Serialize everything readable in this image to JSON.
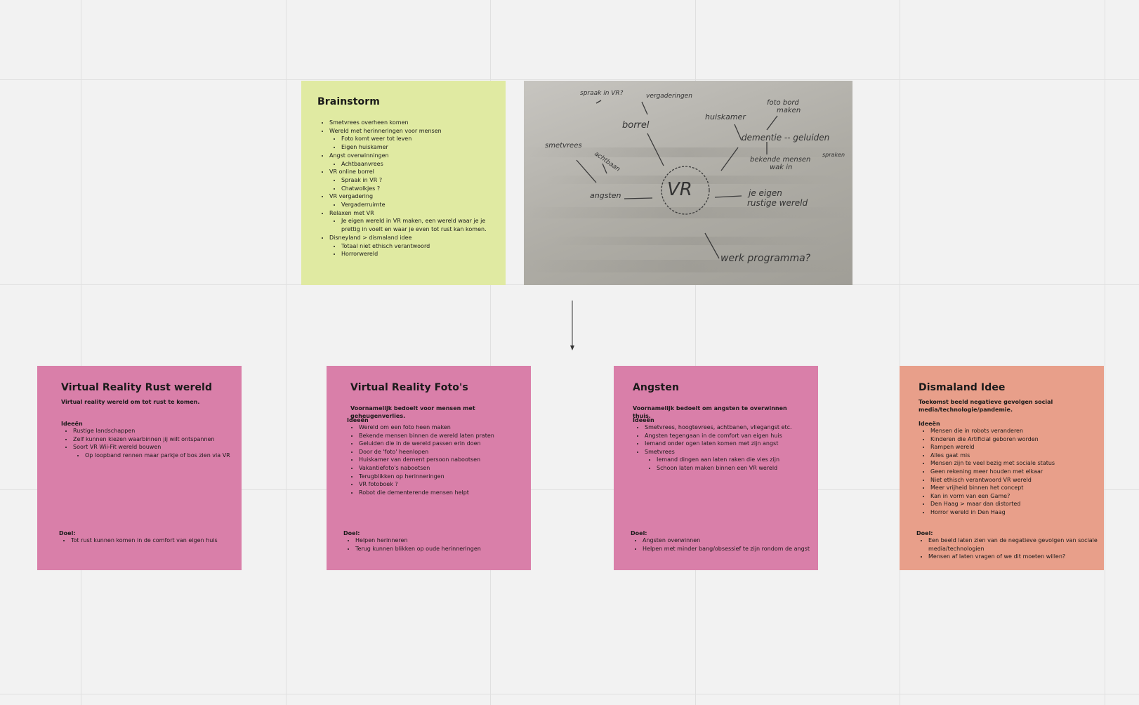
{
  "brainstorm": {
    "title": "Brainstorm",
    "items": [
      {
        "text": "Smetvrees overheen komen",
        "children": []
      },
      {
        "text": "Wereld met herinneringen voor mensen",
        "children": [
          "Foto komt weer tot leven",
          "Eigen huiskamer"
        ]
      },
      {
        "text": "Angst overwinningen",
        "children": [
          "Achtbaanvrees"
        ]
      },
      {
        "text": "VR online borrel",
        "children": [
          "Spraak in VR ?",
          "Chatwolkjes ?"
        ]
      },
      {
        "text": "VR vergadering",
        "children": [
          "Vergaderruimte"
        ]
      },
      {
        "text": "Relaxen met VR",
        "children": [
          "Je eigen wereld in VR maken, een wereld waar je je prettig in voelt en waar je even tot rust kan komen."
        ]
      },
      {
        "text": "Disneyland > dismaland idee",
        "children": [
          "Totaal niet ethisch verantwoord",
          "Horrorwereld"
        ]
      }
    ]
  },
  "whiteboard": {
    "center": "VR",
    "words": [
      "spraak in VR?",
      "vergaderingen",
      "borrel",
      "huiskamer",
      "foto bord maken",
      "smetvrees",
      "achtbaan",
      "dementie -- geluiden",
      "bekende mensen spraken",
      "angsten",
      "je eigen rustige wereld",
      "werk programma?"
    ]
  },
  "cards": {
    "rust": {
      "title": "Virtual Reality Rust wereld",
      "subtitle": "Virtual reality wereld om tot rust te komen.",
      "ideas_label": "Ideeën",
      "ideas": [
        {
          "text": "Rustige landschappen",
          "children": []
        },
        {
          "text": "Zelf kunnen kiezen waarbinnen jij wilt ontspannen",
          "children": []
        },
        {
          "text": "Soort VR Wii-Fit wereld bouwen",
          "children": [
            "Op loopband rennen maar parkje of bos zien via VR"
          ]
        }
      ],
      "goal_label": "Doel:",
      "goals": [
        "Tot rust kunnen komen in de comfort van eigen huis"
      ]
    },
    "fotos": {
      "title": "Virtual Reality Foto's",
      "subtitle": "Voornamelijk bedoelt voor mensen met geheugenverlies.",
      "ideas_label": "Ideeën",
      "ideas": [
        {
          "text": "Wereld om een foto heen maken",
          "children": []
        },
        {
          "text": "Bekende mensen binnen de wereld laten praten",
          "children": []
        },
        {
          "text": "Geluiden die in de wereld passen erin doen",
          "children": []
        },
        {
          "text": "Door de 'foto' heenlopen",
          "children": []
        },
        {
          "text": "Huiskamer van dement persoon nabootsen",
          "children": []
        },
        {
          "text": "Vakantiefoto's nabootsen",
          "children": []
        },
        {
          "text": "Terugblikken op herinneringen",
          "children": []
        },
        {
          "text": "VR fotoboek ?",
          "children": []
        },
        {
          "text": "Robot die dementerende mensen helpt",
          "children": []
        }
      ],
      "goal_label": "Doel:",
      "goals": [
        "Helpen herinneren",
        "Terug kunnen blikken op oude herinneringen"
      ]
    },
    "angsten": {
      "title": "Angsten",
      "subtitle": "Voornamelijk bedoelt om angsten te overwinnen thuis.",
      "ideas_label": "Ideeën",
      "ideas": [
        {
          "text": "Smetvrees, hoogtevrees, achtbanen, vliegangst etc.",
          "children": []
        },
        {
          "text": "Angsten tegengaan in de comfort van eigen huis",
          "children": []
        },
        {
          "text": "Iemand onder ogen laten komen met zijn angst",
          "children": []
        },
        {
          "text": "Smetvrees",
          "children": [
            "Iemand dingen aan laten raken die vies zijn",
            "Schoon laten maken binnen een VR wereld"
          ]
        }
      ],
      "goal_label": "Doel:",
      "goals": [
        "Angsten overwinnen",
        "Helpen met minder bang/obsessief te zijn rondom de angst"
      ]
    },
    "dismaland": {
      "title": "Dismaland Idee",
      "subtitle": "Toekomst beeld negatieve gevolgen social media/technologie/pandemie.",
      "ideas_label": "Ideeën",
      "ideas": [
        {
          "text": "Mensen die in robots veranderen",
          "children": []
        },
        {
          "text": "Kinderen die Artificial geboren worden",
          "children": []
        },
        {
          "text": "Rampen wereld",
          "children": []
        },
        {
          "text": "Alles gaat mis",
          "children": []
        },
        {
          "text": "Mensen zijn te veel bezig met sociale status",
          "children": []
        },
        {
          "text": "Geen rekening meer houden met elkaar",
          "children": []
        },
        {
          "text": "Niet ethisch verantwoord VR wereld",
          "children": []
        },
        {
          "text": "Meer vrijheid binnen het concept",
          "children": []
        },
        {
          "text": "Kan in vorm van een Game?",
          "children": []
        },
        {
          "text": "Den Haag > maar dan distorted",
          "children": []
        },
        {
          "text": "Horror wereld in Den Haag",
          "children": []
        }
      ],
      "goal_label": "Doel:",
      "goals": [
        "Een beeld laten zien van de negatieve gevolgen van sociale media/technologien",
        "Mensen af laten vragen of we dit moeten willen?"
      ]
    }
  }
}
